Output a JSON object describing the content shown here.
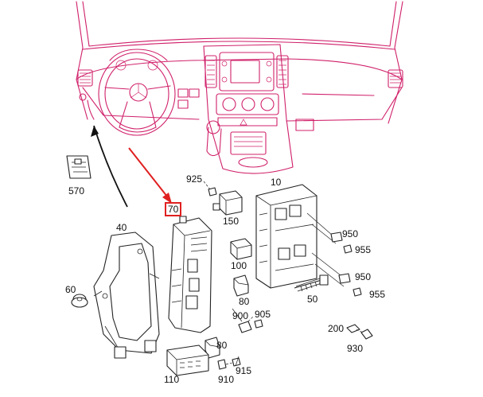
{
  "callouts": {
    "p10": "10",
    "p40": "40",
    "p50": "50",
    "p60": "60",
    "p70": "70",
    "p80a": "80",
    "p80b": "80",
    "p100": "100",
    "p110": "110",
    "p150": "150",
    "p200": "200",
    "p570": "570",
    "p900": "900",
    "p905": "905",
    "p910": "910",
    "p915": "915",
    "p925": "925",
    "p930": "930",
    "p950a": "950",
    "p950b": "950",
    "p955a": "955",
    "p955b": "955"
  },
  "highlight": {
    "callout": "70",
    "color": "#e02020"
  },
  "colors": {
    "dashboard_line": "#d0206a",
    "part_line": "#222222",
    "arrow": "#e02020"
  }
}
